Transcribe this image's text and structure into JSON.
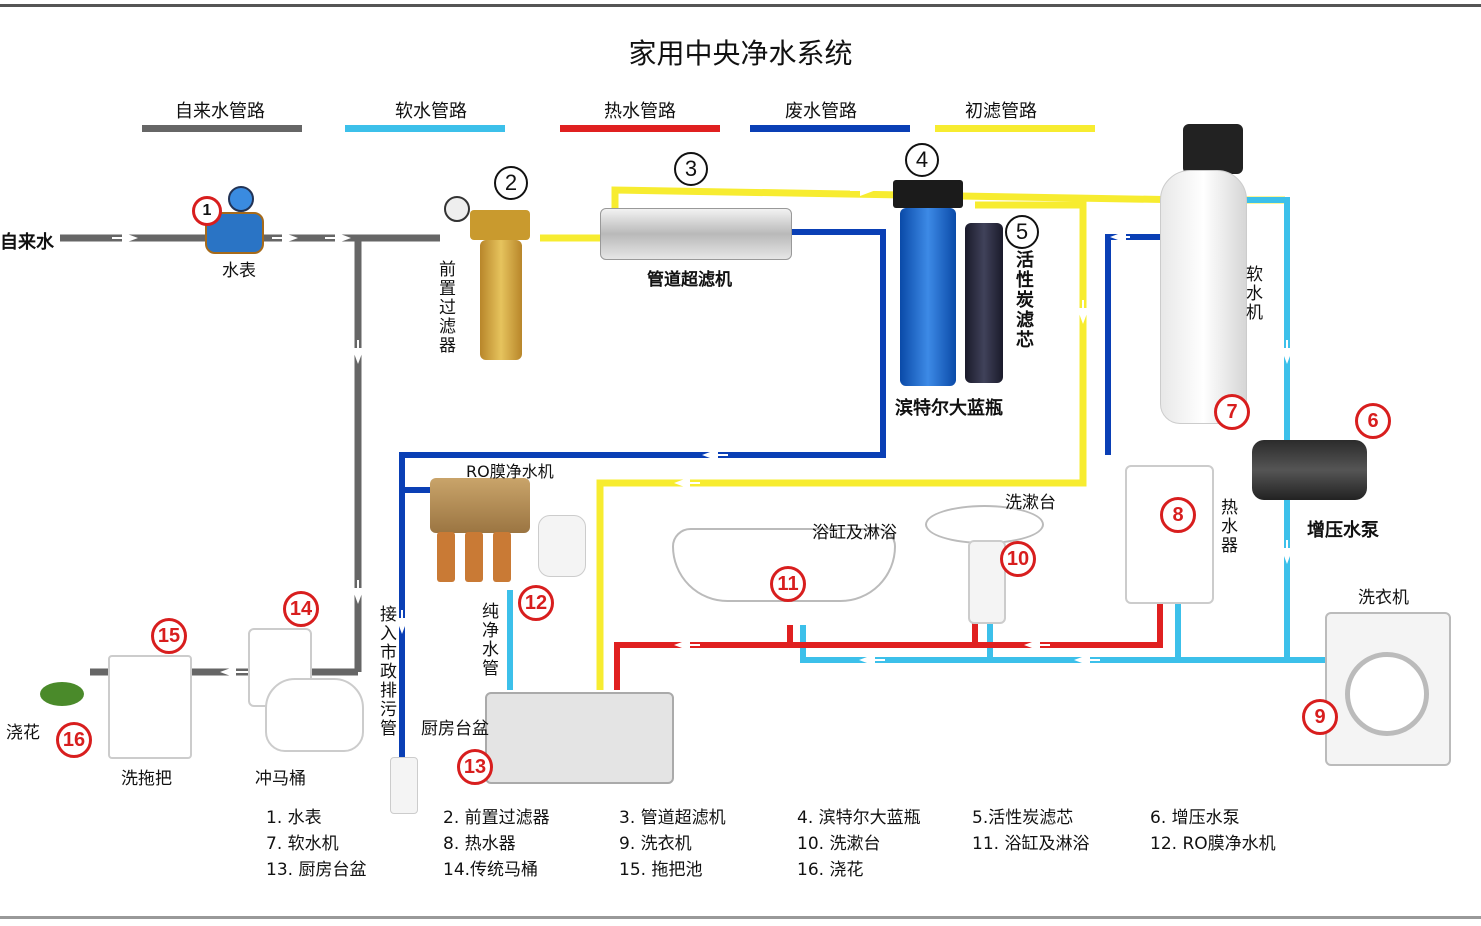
{
  "title": "家用中央净水系统",
  "legend": [
    {
      "label": "自来水管路",
      "color": "#666666"
    },
    {
      "label": "软水管路",
      "color": "#3cc0ea"
    },
    {
      "label": "热水管路",
      "color": "#e02020"
    },
    {
      "label": "废水管路",
      "color": "#0a3fb5"
    },
    {
      "label": "初滤管路",
      "color": "#f7ec30"
    }
  ],
  "labels": {
    "tap_water": "自来水",
    "meter": "水表",
    "prefilter": "前置过滤器",
    "ultrafilter": "管道超滤机",
    "big_blue": "滨特尔大蓝瓶",
    "carbon": "活性炭滤芯",
    "softener": "软水机",
    "booster": "增压水泵",
    "ro": "RO膜净水机",
    "bathtub": "浴缸及淋浴",
    "basin": "洗漱台",
    "heater": "热水器",
    "washer": "洗衣机",
    "pure_pipe": "纯净水管",
    "sewer": "接入市政排污管",
    "kitchen": "厨房台盆",
    "toilet": "冲马桶",
    "mop": "洗拖把",
    "watering": "浇花"
  },
  "markers": [
    "1",
    "2",
    "3",
    "4",
    "5",
    "6",
    "7",
    "8",
    "9",
    "10",
    "11",
    "12",
    "13",
    "14",
    "15",
    "16"
  ],
  "footer": [
    [
      "1. 水表",
      "7. 软水机",
      "13. 厨房台盆"
    ],
    [
      "2. 前置过滤器",
      "8. 热水器",
      "14.传统马桶"
    ],
    [
      "3. 管道超滤机",
      "9. 洗衣机",
      "15. 拖把池"
    ],
    [
      "4. 滨特尔大蓝瓶",
      "10. 洗漱台",
      "16. 浇花"
    ],
    [
      "5.活性炭滤芯",
      "11. 浴缸及淋浴"
    ],
    [
      "6. 增压水泵",
      "12. RO膜净水机"
    ]
  ]
}
